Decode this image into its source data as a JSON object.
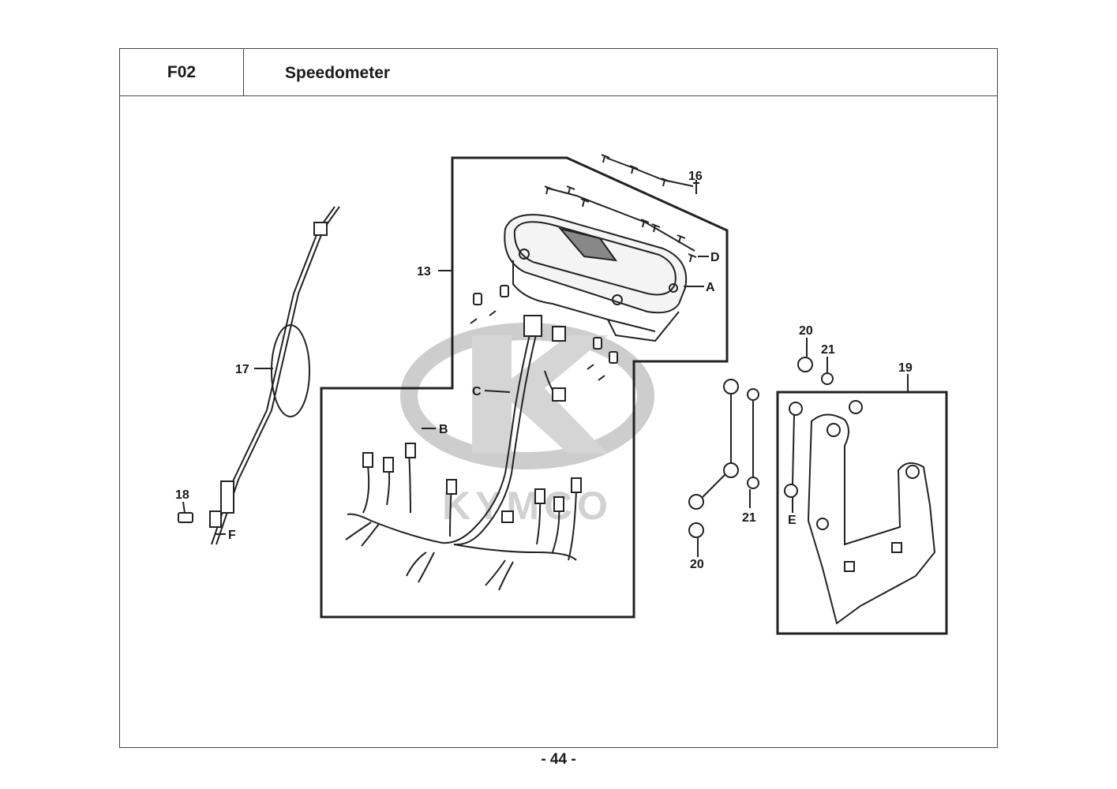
{
  "header": {
    "code": "F02",
    "title": "Speedometer"
  },
  "logo": {
    "brand_text": "KYMCO",
    "color": "#bdbdbd"
  },
  "callouts": {
    "c16": "16",
    "cD": "D",
    "c13": "13",
    "cA": "A",
    "cC": "C",
    "cB": "B",
    "c17": "17",
    "c18": "18",
    "cF": "F",
    "c20a": "20",
    "c21a": "21",
    "c19": "19",
    "c21b": "21",
    "cE": "E",
    "c20b": "20"
  },
  "footer": {
    "page_number": "- 44 -"
  }
}
